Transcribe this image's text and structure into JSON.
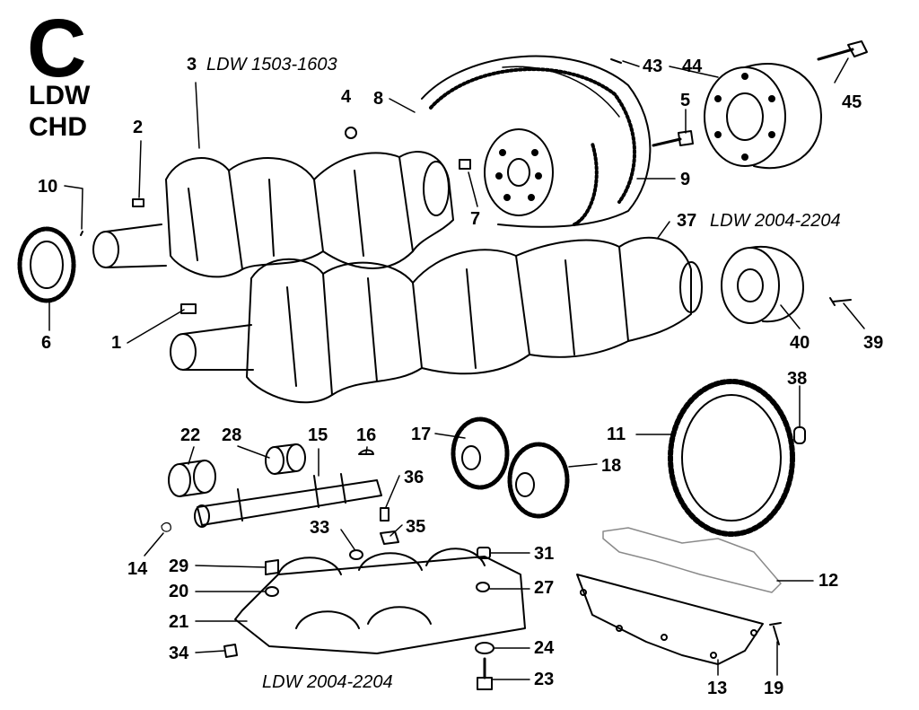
{
  "header": {
    "section_letter": "C",
    "line1": "LDW",
    "line2": "CHD"
  },
  "captions": {
    "c3": {
      "num": "3",
      "text": "LDW 1503-1603"
    },
    "c37": {
      "num": "37",
      "text": "LDW 2004-2204"
    },
    "bottom": {
      "text": "LDW 2004-2204"
    }
  },
  "callouts": [
    "1",
    "2",
    "4",
    "5",
    "6",
    "7",
    "8",
    "9",
    "10",
    "11",
    "12",
    "13",
    "14",
    "15",
    "16",
    "17",
    "18",
    "19",
    "20",
    "21",
    "22",
    "23",
    "24",
    "27",
    "28",
    "29",
    "31",
    "33",
    "34",
    "35",
    "36",
    "38",
    "39",
    "40",
    "43",
    "44",
    "45"
  ]
}
